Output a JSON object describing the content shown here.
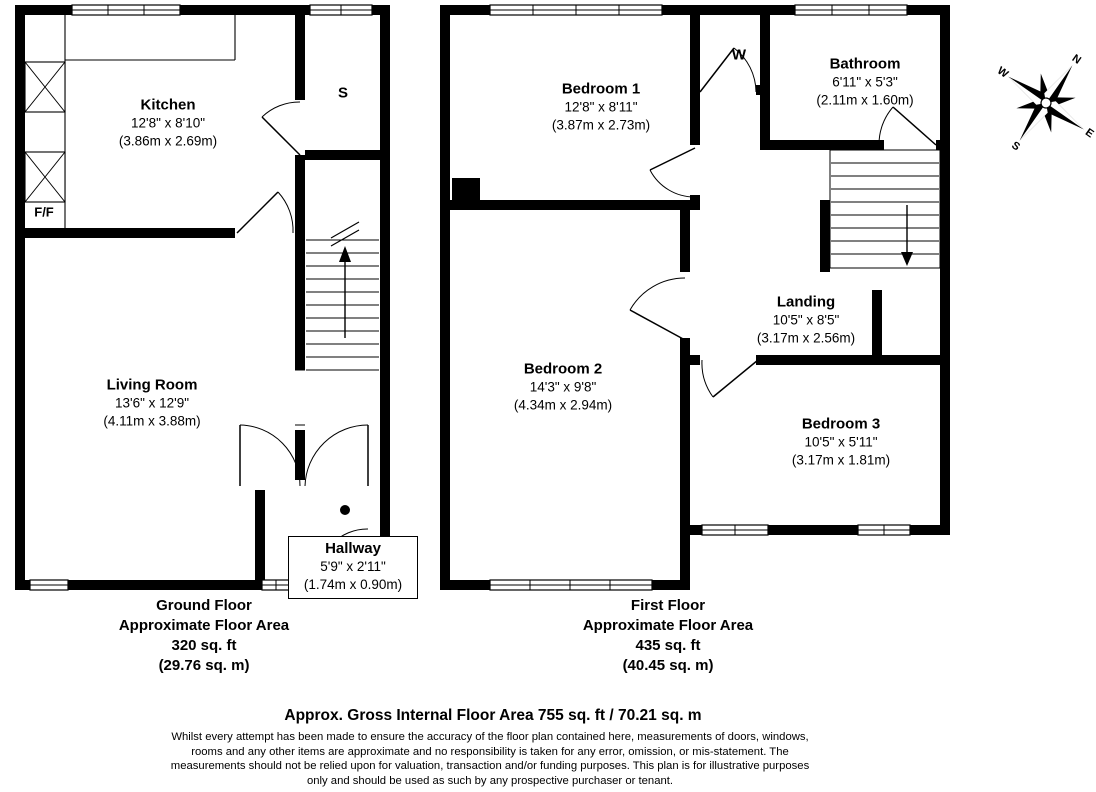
{
  "ground": {
    "kitchen": {
      "name": "Kitchen",
      "imperial": "12'8\" x 8'10\"",
      "metric": "(3.86m x 2.69m)"
    },
    "living": {
      "name": "Living Room",
      "imperial": "13'6\" x 12'9\"",
      "metric": "(4.11m x 3.88m)"
    },
    "hallway": {
      "name": "Hallway",
      "imperial": "5'9\" x 2'11\"",
      "metric": "(1.74m x 0.90m)"
    },
    "store_label": "S",
    "fridge_freezer_label": "F/F",
    "summary": {
      "floor": "Ground Floor",
      "label": "Approximate Floor Area",
      "area_ft": "320 sq. ft",
      "area_m": "(29.76 sq. m)"
    }
  },
  "first": {
    "bedroom1": {
      "name": "Bedroom 1",
      "imperial": "12'8\" x 8'11\"",
      "metric": "(3.87m x 2.73m)"
    },
    "bathroom": {
      "name": "Bathroom",
      "imperial": "6'11\" x 5'3\"",
      "metric": "(2.11m x 1.60m)"
    },
    "landing": {
      "name": "Landing",
      "imperial": "10'5\" x 8'5\"",
      "metric": "(3.17m x 2.56m)"
    },
    "bedroom2": {
      "name": "Bedroom 2",
      "imperial": "14'3\" x 9'8\"",
      "metric": "(4.34m x 2.94m)"
    },
    "bedroom3": {
      "name": "Bedroom 3",
      "imperial": "10'5\" x 5'11\"",
      "metric": "(3.17m x 1.81m)"
    },
    "wardrobe_label": "W",
    "summary": {
      "floor": "First Floor",
      "label": "Approximate Floor Area",
      "area_ft": "435 sq. ft",
      "area_m": "(40.45 sq. m)"
    }
  },
  "compass": {
    "n": "N",
    "e": "E",
    "s": "S",
    "w": "W"
  },
  "footer": {
    "gross_area": "Approx. Gross Internal Floor Area 755 sq. ft / 70.21 sq. m",
    "disclaimer": [
      "Whilst every attempt has been made to ensure the accuracy of the floor plan contained here, measurements of doors, windows,",
      "rooms and any other items are approximate and no responsibility is taken for any error, omission, or mis-statement. The",
      "measurements should not be relied upon for valuation, transaction and/or funding purposes. This plan is for illustrative purposes",
      "only and should be used as such by any prospective purchaser or tenant."
    ]
  },
  "colors": {
    "wall": "#000000",
    "background": "#ffffff"
  }
}
